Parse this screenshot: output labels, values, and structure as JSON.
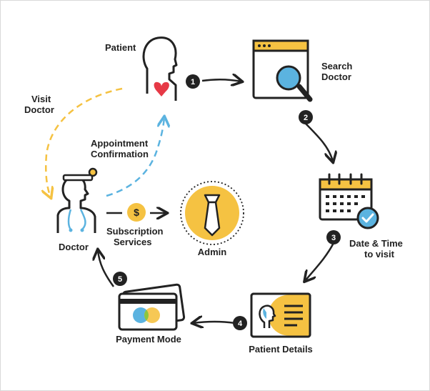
{
  "labels": {
    "patient": "Patient",
    "search_line1": "Search",
    "search_line2": "Doctor",
    "visit_line1": "Visit",
    "visit_line2": "Doctor",
    "appointment_line1": "Appointment",
    "appointment_line2": "Confirmation",
    "doctor": "Doctor",
    "subscription_line1": "Subscription",
    "subscription_line2": "Services",
    "admin": "Admin",
    "datetime_line1": "Date & Time",
    "datetime_line2": "to visit",
    "patient_details": "Patient Details",
    "payment": "Payment Mode",
    "dollar_symbol": "$"
  },
  "steps": [
    "1",
    "2",
    "3",
    "4",
    "5"
  ],
  "colors": {
    "accent_yellow": "#f5c242",
    "accent_blue": "#5bb3e0",
    "accent_green": "#8cc63f",
    "heart_red": "#e63946",
    "outline": "#222222"
  },
  "icons": [
    "patient-icon",
    "search-doctor-icon",
    "calendar-icon",
    "patient-details-icon",
    "payment-card-icon",
    "doctor-icon",
    "admin-icon",
    "dollar-coin-icon"
  ]
}
